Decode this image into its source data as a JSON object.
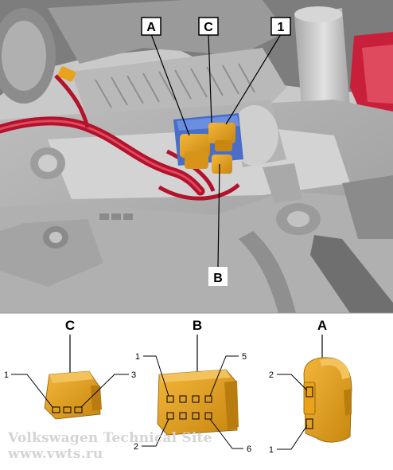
{
  "photo_callouts": {
    "a": "A",
    "c": "C",
    "one": "1",
    "b": "B"
  },
  "connector_titles": {
    "c": "C",
    "b": "B",
    "a": "A"
  },
  "connector_c_pins": {
    "pin_1": "1",
    "pin_3": "3"
  },
  "connector_b_pins": {
    "pin_1": "1",
    "pin_2": "2",
    "pin_5": "5",
    "pin_6": "6"
  },
  "connector_a_pins": {
    "pin_2": "2",
    "pin_1": "1"
  },
  "watermark": {
    "line1": "Volkswagen Technical Site",
    "line2": "www.vwts.ru"
  },
  "colors": {
    "connector": "#e8a21c",
    "connector_dark": "#b87810",
    "cable": "#c01830",
    "engine": "#c8c8c8",
    "bracket": "#4a6ec8"
  }
}
